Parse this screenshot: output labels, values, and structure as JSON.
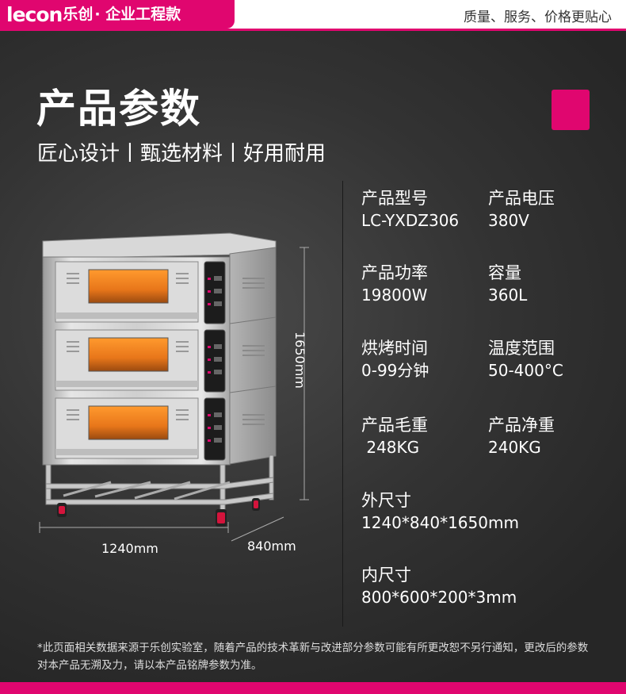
{
  "header": {
    "logo": "lecon",
    "brand_cn": "乐创",
    "subtitle": "· 企业工程款",
    "slogan": "质量、服务、价格更贴心"
  },
  "title": "产品参数",
  "subtitle": "匠心设计丨甄选材料丨好用耐用",
  "specs": [
    {
      "label": "产品型号",
      "value": "LC-YXDZ306"
    },
    {
      "label": "产品电压",
      "value": "380V"
    },
    {
      "label": "产品功率",
      "value": "19800W"
    },
    {
      "label": "容量",
      "value": "360L"
    },
    {
      "label": "烘烤时间",
      "value": "0-99分钟"
    },
    {
      "label": "温度范围",
      "value": "50-400°C"
    },
    {
      "label": "产品毛重",
      "value": " 248KG"
    },
    {
      "label": "产品净重",
      "value": "240KG"
    },
    {
      "label": "外尺寸",
      "value": "1240*840*1650mm"
    },
    {
      "label": "内尺寸",
      "value": "800*600*200*3mm"
    }
  ],
  "dimensions": {
    "height": "1650mm",
    "width": "1240mm",
    "depth": "840mm"
  },
  "footnote": "*此页面相关数据来源于乐创实验室，随着产品的技术革新与改进部分参数可能有所更改恕不另行通知，更改后的参数对本产品无溯及力，请以本产品铭牌参数为准。",
  "colors": {
    "accent": "#e0066f",
    "background": "#333333"
  }
}
